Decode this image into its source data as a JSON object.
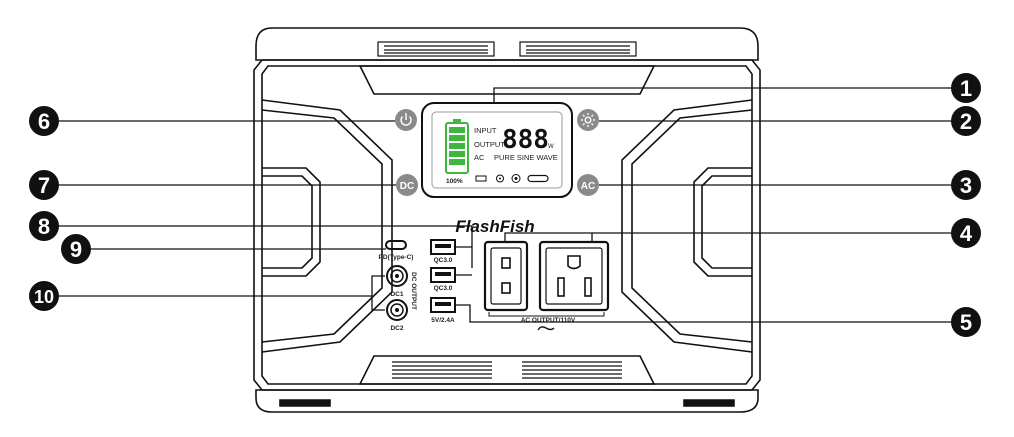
{
  "brand": "FlashFish",
  "display": {
    "input_label": "INPUT",
    "output_label": "OUTPUT",
    "ac_label": "AC",
    "digits": "888",
    "unit": "W",
    "pure_sine": "PURE SINE WAVE",
    "battery_percent": "100%"
  },
  "buttons": {
    "dc": "DC",
    "ac": "AC"
  },
  "ports": {
    "pd": "PD(Type-C)",
    "qc1": "QC3.0",
    "qc2": "QC3.0",
    "usb5v": "5V/2.4A",
    "dc1": "DC1",
    "dc2": "DC2",
    "dc_output": "DC OUTPUT",
    "ac_output": "AC  OUTPUT/110V"
  },
  "callouts": [
    "1",
    "2",
    "3",
    "4",
    "5",
    "6",
    "7",
    "8",
    "9",
    "10"
  ],
  "colors": {
    "battery": "#3db83d",
    "button": "#8a8a8a",
    "callout": "#111111"
  },
  "icons": {
    "power": "power-icon",
    "light": "sun-icon"
  }
}
